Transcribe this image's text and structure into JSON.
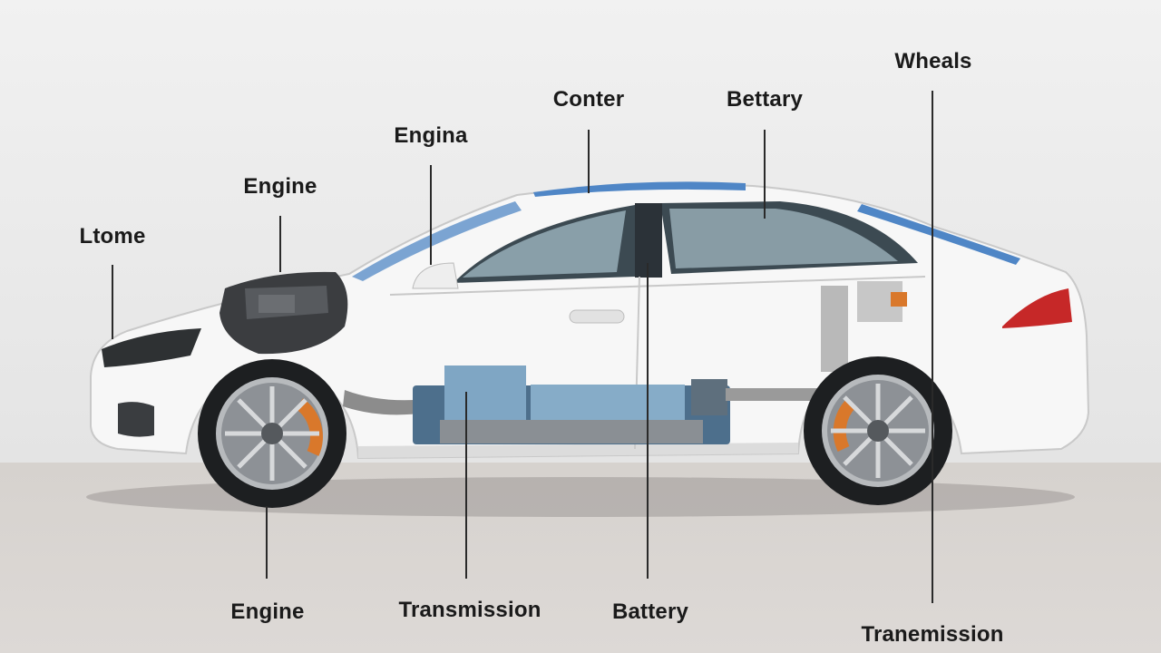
{
  "labels": {
    "top_center": "Conter",
    "top_battery": "Bettary",
    "top_wheels": "Wheals",
    "engina": "Engina",
    "engine_upper": "Engine",
    "ltome": "Ltome",
    "bottom_engine": "Engine",
    "bottom_transmission": "Transmission",
    "bottom_battery": "Battery",
    "bottom_tranemission": "Tranemission"
  },
  "colors": {
    "car_body": "#f7f7f7",
    "glass": "#3c4a52",
    "roof_strip": "#4f86c6",
    "battery_pack": "#7fa6c4",
    "brake_caliper": "#d9782b",
    "tail_light": "#c62828"
  }
}
